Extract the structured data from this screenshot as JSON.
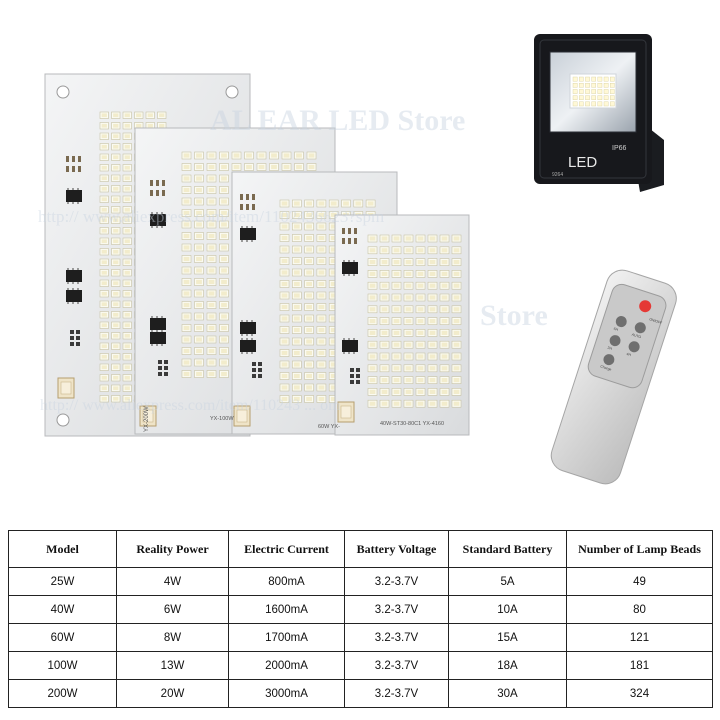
{
  "watermark": {
    "store_top": "AL EAR LED Store",
    "url_middle": "http:// www.aliexpress.com/item/1102436623?spm",
    "store_middle": "Store",
    "url_bottom": "http:// www.aliexpress.com/item/110243 ... om"
  },
  "floodlight": {
    "logo": "LED",
    "rating": "IP66",
    "code": "9264"
  },
  "remote": {
    "buttons": [
      "ON/OFF",
      "AUTO",
      "6H",
      "4H",
      "2H",
      "Charge"
    ]
  },
  "boards": [
    {
      "label": "YX-200W"
    },
    {
      "label": "YX-100W"
    },
    {
      "label": "60W YX-"
    },
    {
      "label": "40W-ST30-80C1 YX-4160"
    }
  ],
  "table": {
    "headers": [
      "Model",
      "Reality Power",
      "Electric Current",
      "Battery Voltage",
      "Standard Battery",
      "Number of Lamp Beads"
    ],
    "rows": [
      [
        "25W",
        "4W",
        "800mA",
        "3.2-3.7V",
        "5A",
        "49"
      ],
      [
        "40W",
        "6W",
        "1600mA",
        "3.2-3.7V",
        "10A",
        "80"
      ],
      [
        "60W",
        "8W",
        "1700mA",
        "3.2-3.7V",
        "15A",
        "121"
      ],
      [
        "100W",
        "13W",
        "2000mA",
        "3.2-3.7V",
        "18A",
        "181"
      ],
      [
        "200W",
        "20W",
        "3000mA",
        "3.2-3.7V",
        "30A",
        "324"
      ]
    ]
  }
}
